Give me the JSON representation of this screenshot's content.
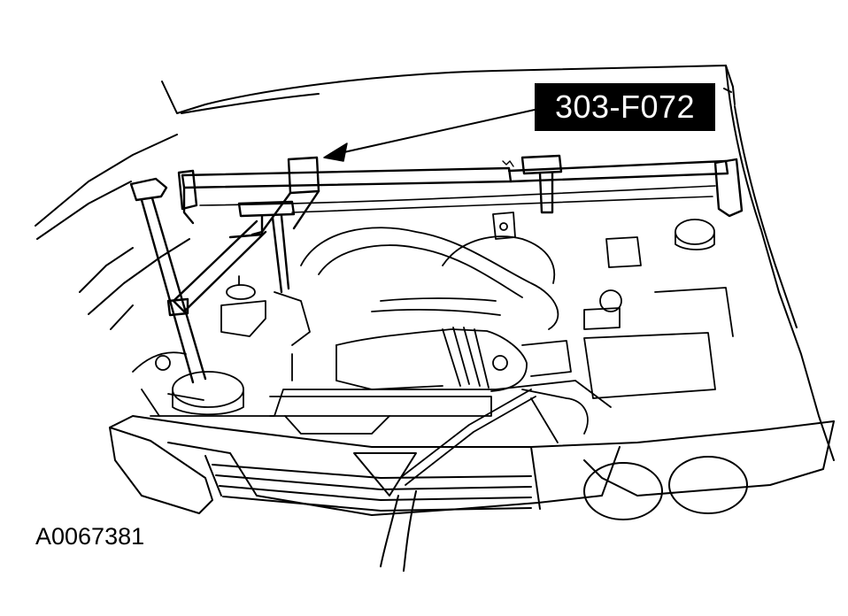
{
  "figure": {
    "tool_callout": "303-F072",
    "figure_id": "A0067381"
  },
  "colors": {
    "line": "#000000",
    "callout_background": "#000000",
    "callout_text": "#ffffff",
    "background": "#ffffff"
  },
  "icons": [
    "engine-lifting-bracket",
    "arrow-pointer"
  ]
}
